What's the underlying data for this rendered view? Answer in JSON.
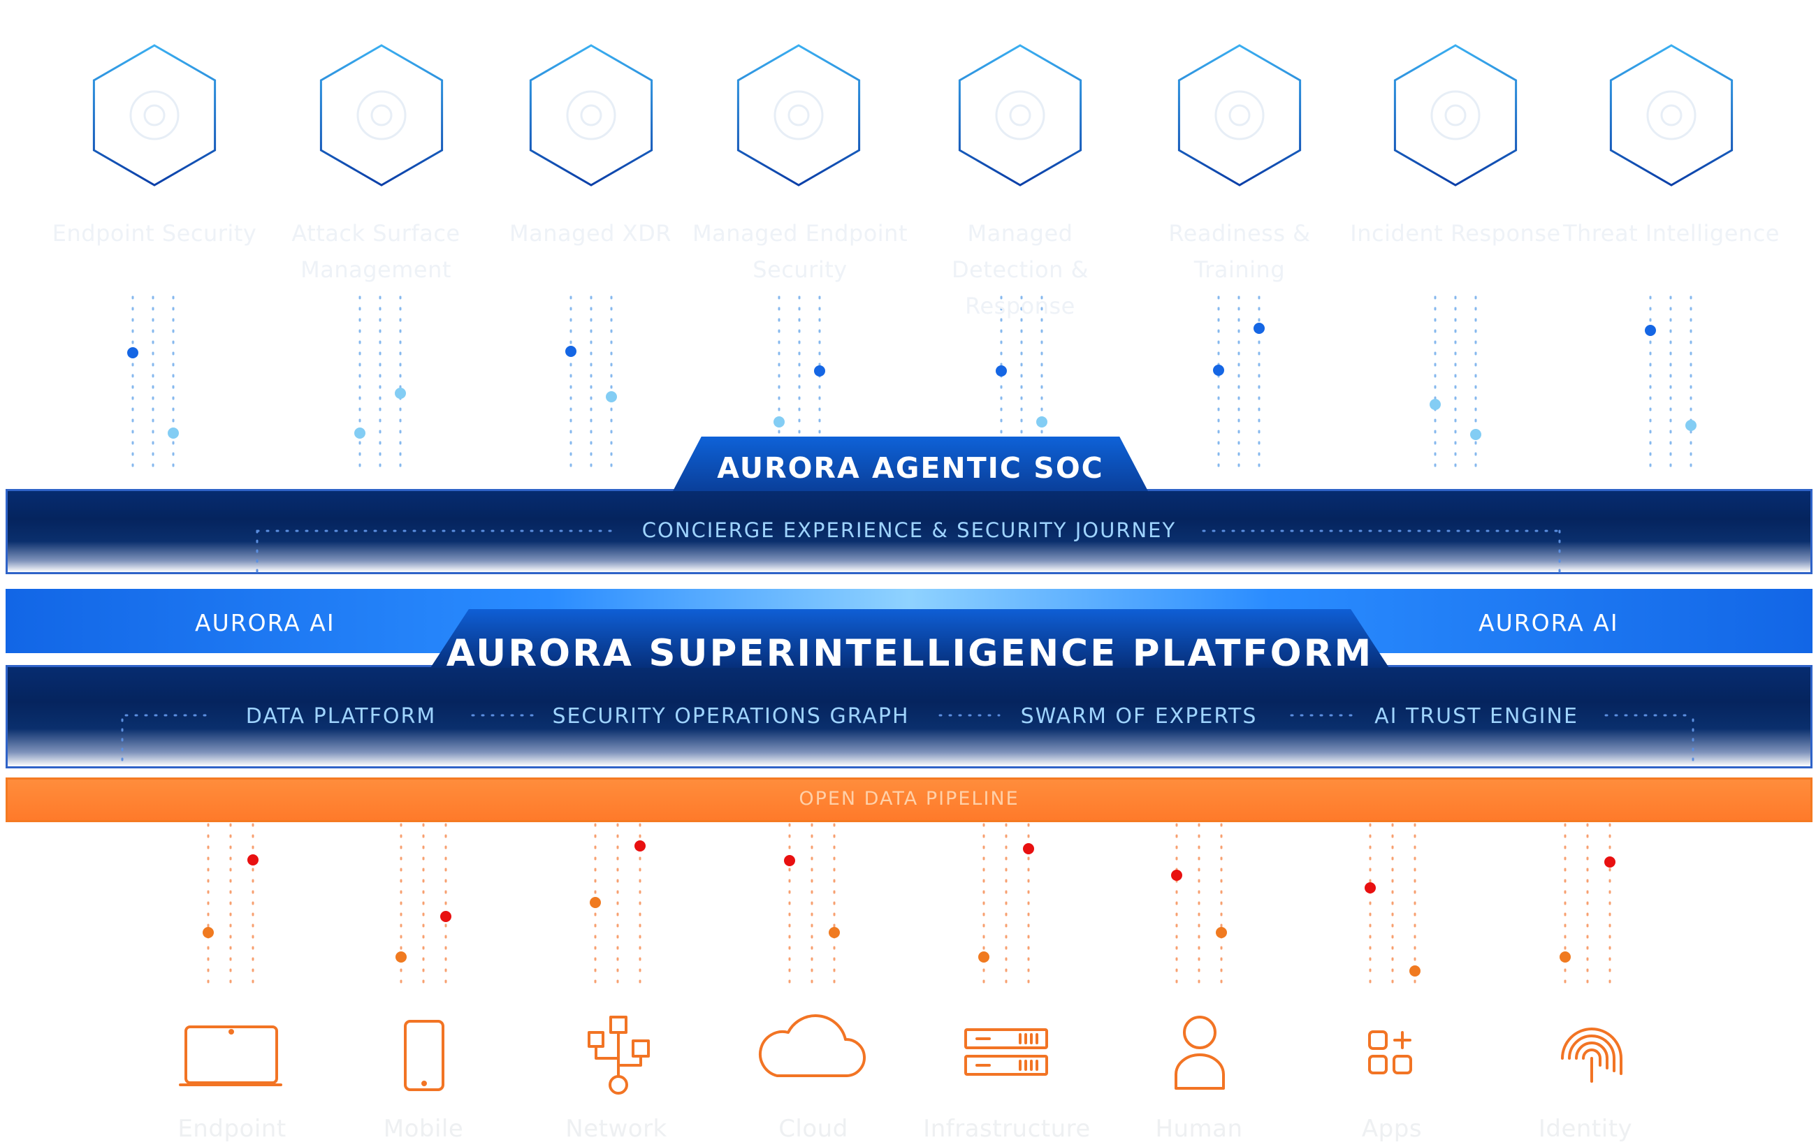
{
  "top_capabilities": [
    {
      "icon": "endpoint-security-icon",
      "label": "Endpoint Security"
    },
    {
      "icon": "attack-surface-icon",
      "label": "Attack Surface Management"
    },
    {
      "icon": "managed-xdr-icon",
      "label": "Managed XDR"
    },
    {
      "icon": "managed-endpoint-icon",
      "label": "Managed Endpoint Security"
    },
    {
      "icon": "managed-detection-icon",
      "label": "Managed Detection & Response"
    },
    {
      "icon": "readiness-icon",
      "label": "Readiness & Training"
    },
    {
      "icon": "incident-response-icon",
      "label": "Incident Response"
    },
    {
      "icon": "threat-intel-icon",
      "label": "Threat Intelligence"
    }
  ],
  "soc": {
    "title": "AURORA AGENTIC SOC",
    "subtitle": "CONCIERGE EXPERIENCE & SECURITY JOURNEY"
  },
  "ai": {
    "left_label": "AURORA AI",
    "right_label": "AURORA AI"
  },
  "platform": {
    "title": "AURORA SUPERINTELLIGENCE PLATFORM",
    "pillars": [
      "DATA PLATFORM",
      "SECURITY OPERATIONS GRAPH",
      "SWARM OF EXPERTS",
      "AI TRUST ENGINE"
    ]
  },
  "pipeline": {
    "label": "OPEN DATA PIPELINE"
  },
  "sources": [
    {
      "icon": "laptop-icon",
      "label": "Endpoint"
    },
    {
      "icon": "mobile-icon",
      "label": "Mobile"
    },
    {
      "icon": "network-icon",
      "label": "Network"
    },
    {
      "icon": "cloud-icon",
      "label": "Cloud"
    },
    {
      "icon": "server-icon",
      "label": "Infrastructure"
    },
    {
      "icon": "user-icon",
      "label": "Human"
    },
    {
      "icon": "apps-icon",
      "label": "Apps"
    },
    {
      "icon": "fingerprint-icon",
      "label": "Identity"
    }
  ],
  "colors": {
    "navy": "#05245e",
    "blue": "#1266e6",
    "light_blue": "#8fd2ff",
    "orange": "#ff7a2a",
    "red": "#e81010"
  }
}
